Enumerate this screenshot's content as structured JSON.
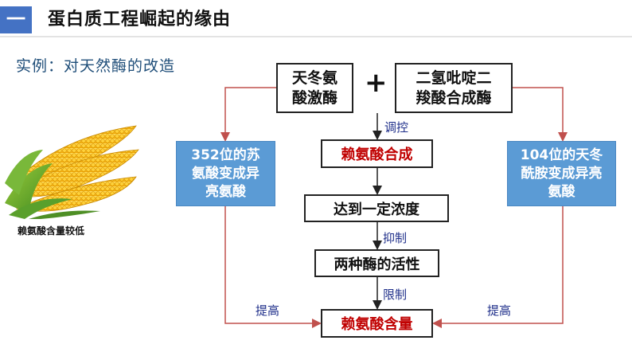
{
  "header": {
    "section_badge": "一",
    "title": "蛋白质工程崛起的缘由"
  },
  "example_label": "实例：对天然酶的改造",
  "corn": {
    "caption": "赖氨酸含量较低"
  },
  "flow": {
    "enzyme_a": [
      "天冬氨",
      "酸激酶"
    ],
    "plus": "+",
    "enzyme_b": [
      "二氢吡啶二",
      "羧酸合成酶"
    ],
    "regulate_label": "调控",
    "lysine_synthesis": "赖氨酸合成",
    "reach_concentration": "达到一定浓度",
    "inhibit_label": "抑制",
    "enzyme_activity": "两种酶的活性",
    "limit_label": "限制",
    "lysine_content": "赖氨酸含量",
    "left_mutation": [
      "352位的苏",
      "氨酸变成异",
      "亮氨酸"
    ],
    "right_mutation": [
      "104位的天冬",
      "酰胺变成异亮",
      "氨酸"
    ],
    "raise_left": "提高",
    "raise_right": "提高"
  },
  "colors": {
    "badge": "#4472c4",
    "red_text": "#c00000",
    "red_arrow": "#c0504d",
    "blue_box": "#5b9bd5",
    "annotation": "#1f2f8a"
  }
}
